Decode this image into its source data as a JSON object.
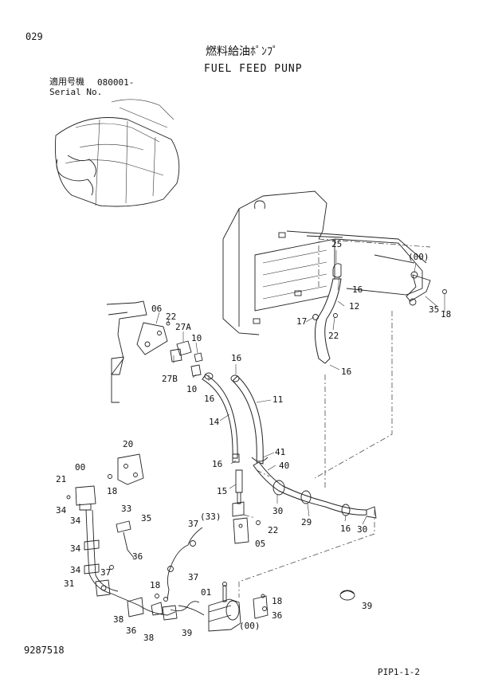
{
  "header": {
    "page_no": "029",
    "title_jp": "燃料給油ﾎﾟﾝﾌﾟ",
    "title_en": "FUEL FEED PUNP",
    "serial_label_jp": "適用号機",
    "serial_value": "080001-",
    "serial_label_en": "Serial No."
  },
  "callouts": {
    "c06": "06",
    "c22a": "22",
    "c27A": "27A",
    "c10a": "10",
    "c27B": "27B",
    "c10b": "10",
    "c16a": "16",
    "c16b": "16",
    "c14": "14",
    "c11": "11",
    "c16c": "16",
    "c41": "41",
    "c40": "40",
    "c15": "15",
    "c30a": "30",
    "c29": "29",
    "c16d": "16",
    "c30b": "30",
    "c25": "25",
    "c16e": "16",
    "c12": "12",
    "c17": "17",
    "c22b": "22",
    "c16f": "16",
    "c00a": "(00)",
    "c35a": "35",
    "c18a": "18",
    "c20": "20",
    "c00b": "00",
    "c21": "21",
    "c18b": "18",
    "c34a": "34",
    "c34b": "34",
    "c33a": "33",
    "c35b": "35",
    "c36a": "36",
    "c34c": "34",
    "c34d": "34",
    "c37a": "37",
    "c31": "31",
    "c37b": "37",
    "c33b": "(33)",
    "c22c": "22",
    "c05": "05",
    "c37c": "37",
    "c01": "01",
    "c18c": "18",
    "c38a": "38",
    "c36b": "36",
    "c38b": "38",
    "c39a": "39",
    "c18d": "18",
    "c36c": "36",
    "c00c": "(00)",
    "c39b": "39"
  },
  "footer": {
    "drawing_no": "9287518",
    "page_ref": "PIP1-1-2"
  }
}
